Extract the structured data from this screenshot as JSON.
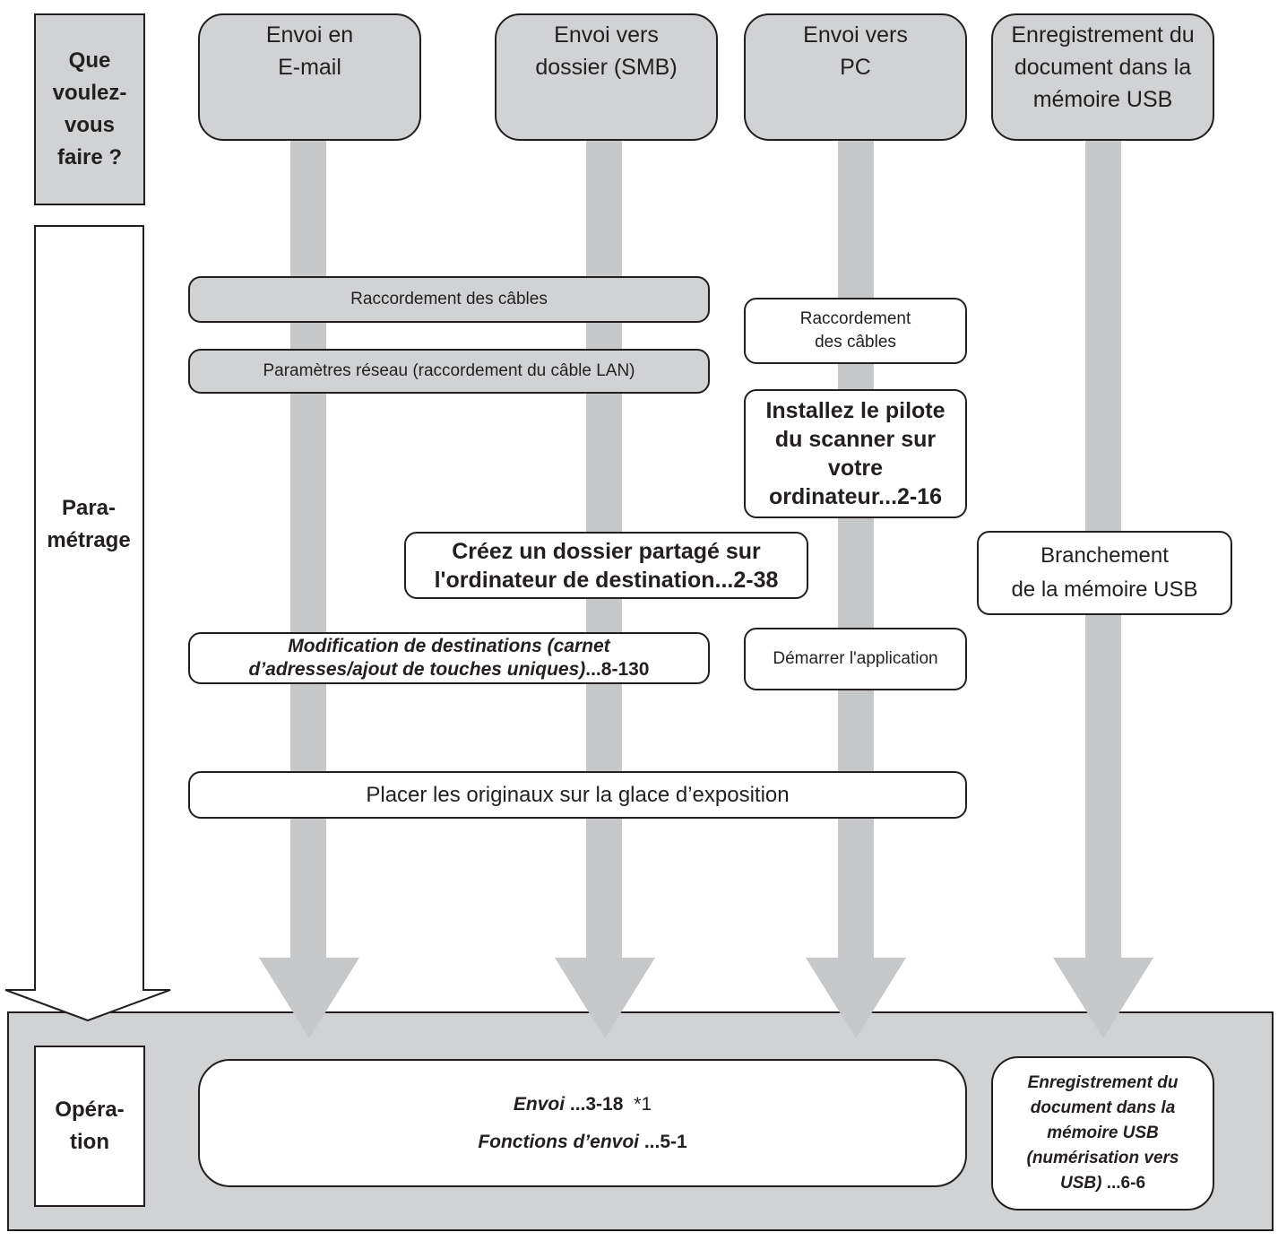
{
  "rows": {
    "question": "Que voulez-vous faire ?",
    "setup": "Para-\nmétrage",
    "operation": "Opéra-\ntion"
  },
  "columns": {
    "email": "Envoi en\nE-mail",
    "smb": "Envoi vers\ndossier (SMB)",
    "pc": "Envoi vers\nPC",
    "usb": "Enregistrement du\ndocument dans la\nmémoire USB"
  },
  "steps": {
    "cable_connection": "Raccordement des câbles",
    "cable_connection_pc": "Raccordement\ndes câbles",
    "network_settings": "Paramètres réseau (raccordement du câble LAN)",
    "install_driver": "Installez le pilote\ndu scanner sur\nvotre\nordinateur...2-16",
    "shared_folder": "Créez un dossier partagé sur\nl'ordinateur de destination...2-38",
    "usb_connection": "Branchement\nde la mémoire USB",
    "edit_destinations_line1": "Modification de destinations (carnet",
    "edit_destinations_line2_italic": "d’adresses/ajout de touches uniques)",
    "edit_destinations_ref": "...8-130",
    "start_application": "Démarrer l'application",
    "place_originals": "Placer les originaux sur la glace d’exposition"
  },
  "operation": {
    "send_label": "Envoi ",
    "send_ref": "...3-18",
    "send_note": "*1",
    "send_functions_label": "Fonctions d’envoi ",
    "send_functions_ref": "...5-1",
    "usb_save_italic": "Enregistrement du\ndocument dans la\nmémoire USB\n(numérisation vers\nUSB)",
    "usb_save_ref": " ...6-6"
  },
  "colors": {
    "line": "#231f20",
    "gray_fill": "#d1d2d4",
    "arrow_gray": "#c7c8ca"
  }
}
